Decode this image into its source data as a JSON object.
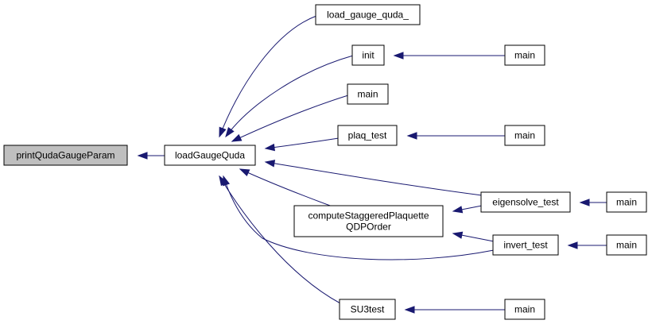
{
  "colors": {
    "node_fill": "#ffffff",
    "node_highlight_fill": "#bfbfbf",
    "node_stroke": "#000000",
    "edge": "#191970"
  },
  "nodes": [
    {
      "id": "printQudaGaugeParam",
      "lines": [
        "printQudaGaugeParam"
      ],
      "highlight": true
    },
    {
      "id": "loadGaugeQuda",
      "lines": [
        "loadGaugeQuda"
      ]
    },
    {
      "id": "load_gauge_quda_",
      "lines": [
        "load_gauge_quda_"
      ]
    },
    {
      "id": "init",
      "lines": [
        "init"
      ]
    },
    {
      "id": "main_init",
      "lines": [
        "main"
      ]
    },
    {
      "id": "main_direct",
      "lines": [
        "main"
      ]
    },
    {
      "id": "plaq_test",
      "lines": [
        "plaq_test"
      ]
    },
    {
      "id": "main_plaq",
      "lines": [
        "main"
      ]
    },
    {
      "id": "computeStaggeredPlaquetteQDPOrder",
      "lines": [
        "computeStaggeredPlaquette",
        "QDPOrder"
      ]
    },
    {
      "id": "eigensolve_test",
      "lines": [
        "eigensolve_test"
      ]
    },
    {
      "id": "main_eigen",
      "lines": [
        "main"
      ]
    },
    {
      "id": "invert_test",
      "lines": [
        "invert_test"
      ]
    },
    {
      "id": "main_invert",
      "lines": [
        "main"
      ]
    },
    {
      "id": "SU3test",
      "lines": [
        "SU3test"
      ]
    },
    {
      "id": "main_su3",
      "lines": [
        "main"
      ]
    }
  ],
  "edges": [
    {
      "from": "loadGaugeQuda",
      "to": "printQudaGaugeParam"
    },
    {
      "from": "load_gauge_quda_",
      "to": "loadGaugeQuda"
    },
    {
      "from": "init",
      "to": "loadGaugeQuda"
    },
    {
      "from": "main_direct",
      "to": "loadGaugeQuda"
    },
    {
      "from": "plaq_test",
      "to": "loadGaugeQuda"
    },
    {
      "from": "eigensolve_test",
      "to": "loadGaugeQuda"
    },
    {
      "from": "computeStaggeredPlaquetteQDPOrder",
      "to": "loadGaugeQuda"
    },
    {
      "from": "invert_test",
      "to": "loadGaugeQuda"
    },
    {
      "from": "SU3test",
      "to": "loadGaugeQuda"
    },
    {
      "from": "main_init",
      "to": "init"
    },
    {
      "from": "main_plaq",
      "to": "plaq_test"
    },
    {
      "from": "eigensolve_test",
      "to": "computeStaggeredPlaquetteQDPOrder"
    },
    {
      "from": "invert_test",
      "to": "computeStaggeredPlaquetteQDPOrder"
    },
    {
      "from": "main_eigen",
      "to": "eigensolve_test"
    },
    {
      "from": "main_invert",
      "to": "invert_test"
    },
    {
      "from": "main_su3",
      "to": "SU3test"
    }
  ]
}
